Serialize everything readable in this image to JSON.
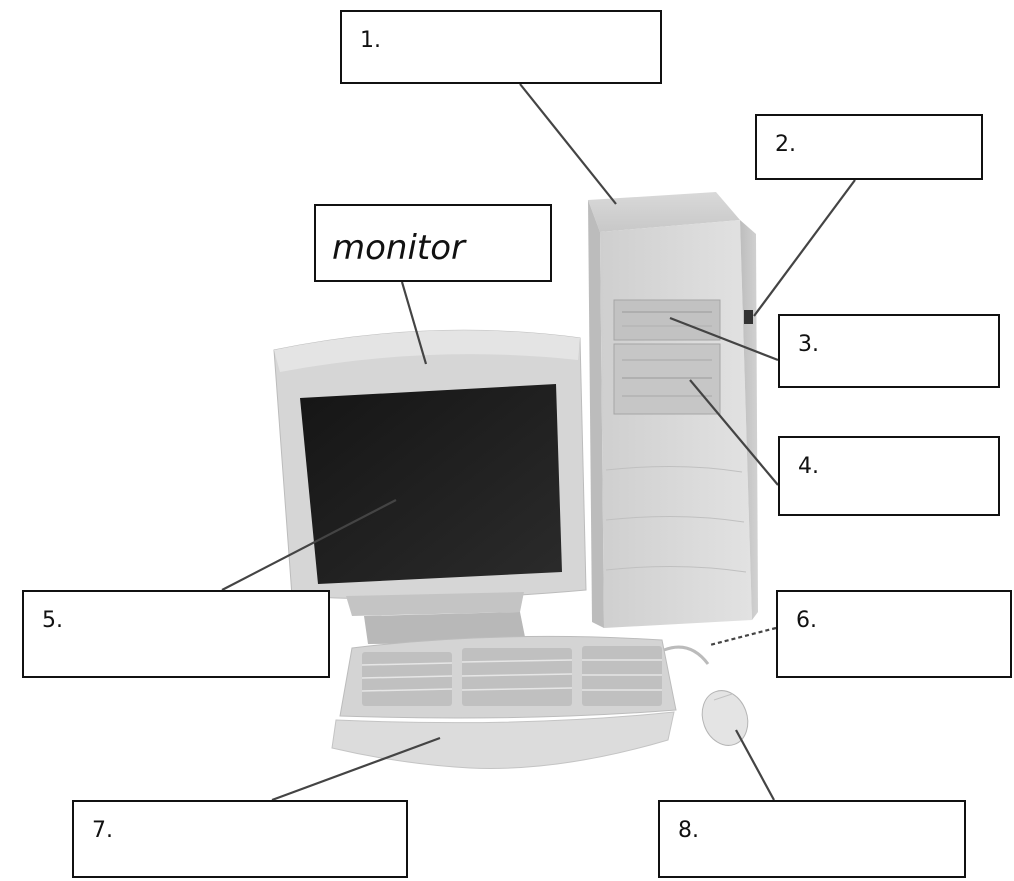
{
  "worksheet": {
    "labels": [
      {
        "id": "1",
        "text": "1."
      },
      {
        "id": "2",
        "text": "2."
      },
      {
        "id": "monitor",
        "text": "monitor"
      },
      {
        "id": "3",
        "text": "3."
      },
      {
        "id": "4",
        "text": "4."
      },
      {
        "id": "5",
        "text": "5."
      },
      {
        "id": "6",
        "text": "6."
      },
      {
        "id": "7",
        "text": "7."
      },
      {
        "id": "8",
        "text": "8."
      }
    ]
  },
  "icons": [
    "computer-tower-icon",
    "crt-monitor-icon",
    "keyboard-icon",
    "mouse-icon"
  ]
}
